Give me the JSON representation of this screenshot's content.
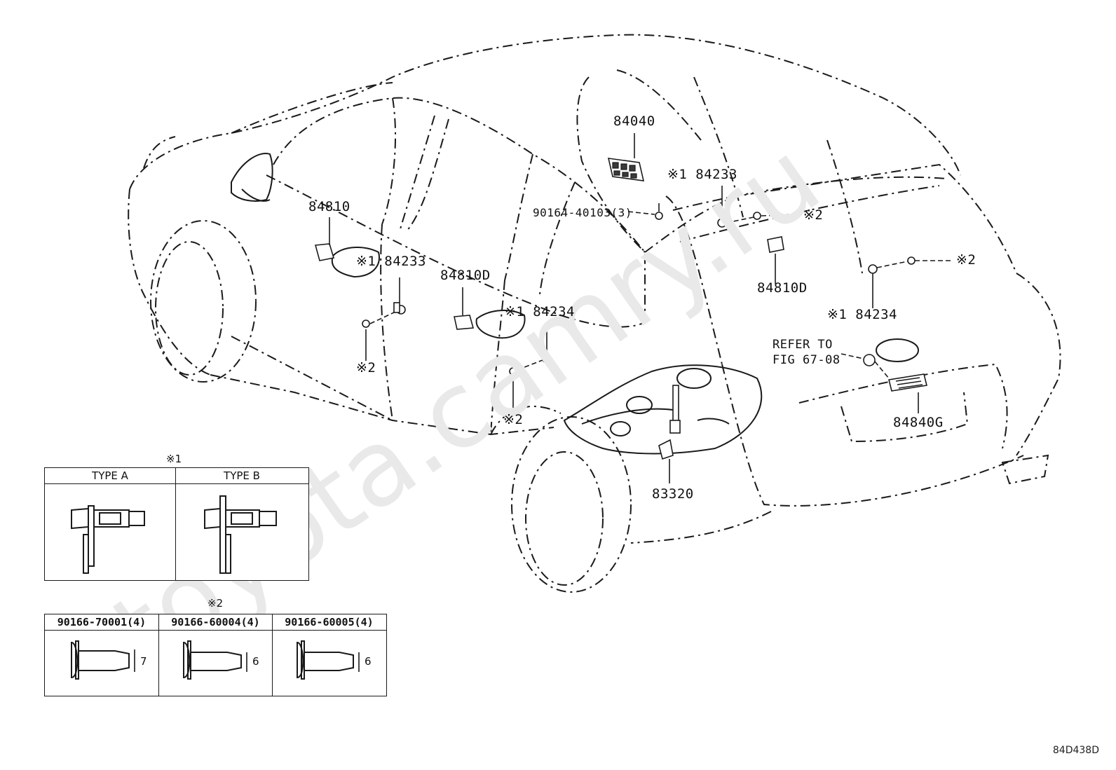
{
  "labels": {
    "p84040": "84040",
    "p84810": "84810",
    "p84233_a": "※1 84233",
    "p84810D_a": "84810D",
    "p84810D_b": "84810D",
    "p84234_a": "※1 84234",
    "p84233_b": "※1 84233",
    "p84234_b": "※1 84234",
    "bolt_90164": "90164-40103(3)",
    "s2_a": "※2",
    "s2_b": "※2",
    "s2_c": "※2",
    "s2_d": "※2",
    "refer_line1": "REFER TO",
    "refer_line2": "FIG 67-08",
    "p84840G": "84840G",
    "p83320": "83320"
  },
  "legend1": {
    "title": "※1",
    "type_a": "TYPE A",
    "type_b": "TYPE B"
  },
  "legend2": {
    "title": "※2",
    "col1": "90166-70001(4)",
    "col2": "90166-60004(4)",
    "col3": "90166-60005(4)",
    "dim1": "7",
    "dim2": "6",
    "dim3": "6"
  },
  "watermark": "toyota.camry.ru",
  "diagram_code": "84D438D"
}
